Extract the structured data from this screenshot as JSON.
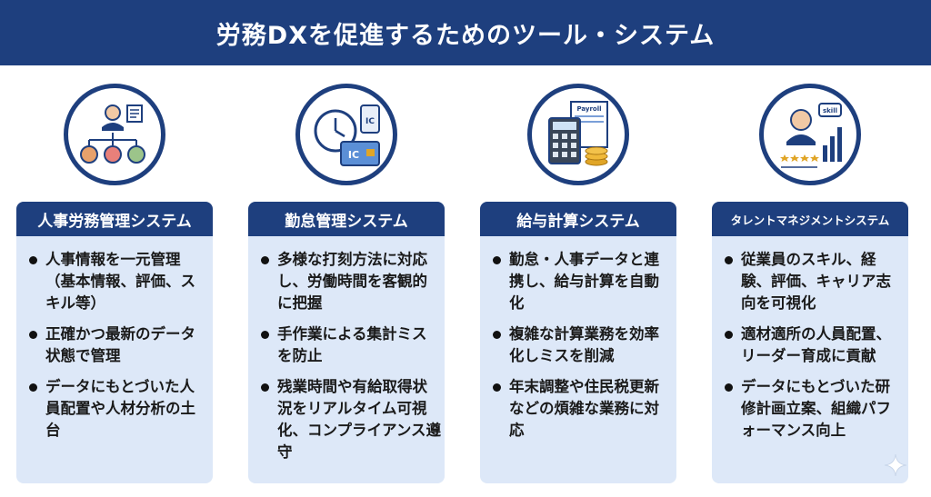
{
  "header": {
    "title": "労務DXを促進するためのツール・システム"
  },
  "colors": {
    "navy": "#1e3f7e",
    "panel": "#dde8f8",
    "gold": "#e0a526"
  },
  "columns": [
    {
      "icon": "org-chart-icon",
      "title": "人事労務管理システム",
      "bullets": [
        "人事情報を一元管理（基本情報、評価、スキル等）",
        "正確かつ最新のデータ状態で管理",
        "データにもとづいた人員配置や人材分析の土台"
      ]
    },
    {
      "icon": "clock-ic-card-icon",
      "title": "勤怠管理システム",
      "icon_labels": [
        "IC",
        "IC"
      ],
      "bullets": [
        "多様な打刻方法に対応し、労働時間を客観的に把握",
        "手作業による集計ミスを防止",
        "残業時間や有給取得状況をリアルタイム可視化、コンプライアンス遵守"
      ]
    },
    {
      "icon": "calculator-payroll-icon",
      "title": "給与計算システム",
      "icon_labels": [
        "Payroll"
      ],
      "bullets": [
        "勤怠・人事データと連携し、給与計算を自動化",
        "複雑な計算業務を効率化しミスを削減",
        "年末調整や住民税更新などの煩雑な業務に対応"
      ]
    },
    {
      "icon": "talent-skill-icon",
      "title": "タレントマネジメントシステム",
      "icon_labels": [
        "skill"
      ],
      "bullets": [
        "従業員のスキル、経験、評価、キャリア志向を可視化",
        "適材適所の人員配置、リーダー育成に貢献",
        "データにもとづいた研修計画立案、組織パフォーマンス向上"
      ]
    }
  ]
}
